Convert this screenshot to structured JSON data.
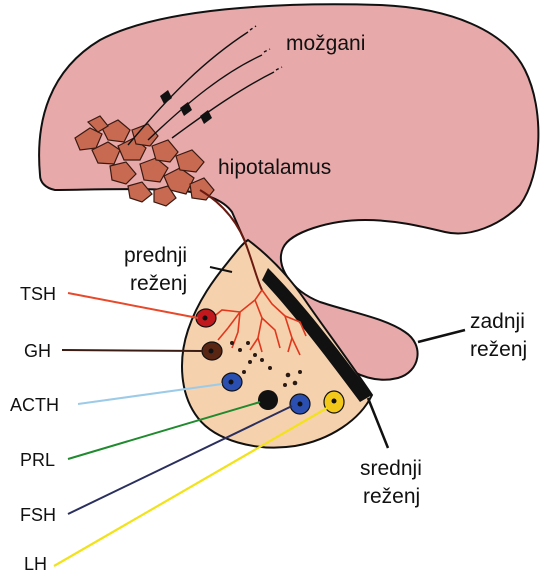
{
  "labels": {
    "brain": "možgani",
    "hypothalamus": "hipotalamus",
    "anterior_1": "prednji",
    "anterior_2": "reženj",
    "posterior_1": "zadnji",
    "posterior_2": "reženj",
    "intermediate_1": "srednji",
    "intermediate_2": "reženj"
  },
  "hormones": [
    {
      "name": "TSH",
      "line_color": "#e8492a"
    },
    {
      "name": "GH",
      "line_color": "#3a1c14"
    },
    {
      "name": "ACTH",
      "line_color": "#9ccbe8"
    },
    {
      "name": "PRL",
      "line_color": "#1f8a2e"
    },
    {
      "name": "FSH",
      "line_color": "#2a2f5e"
    },
    {
      "name": "LH",
      "line_color": "#f2e21a"
    }
  ],
  "colors": {
    "brain": "#e7a9a9",
    "outline": "#111111",
    "anterior_lobe": "#f6d1ae",
    "intermediate_lobe": "#111111",
    "capillaries": "#e0381c",
    "hypothalamic_nuclei": "#c86a52"
  }
}
